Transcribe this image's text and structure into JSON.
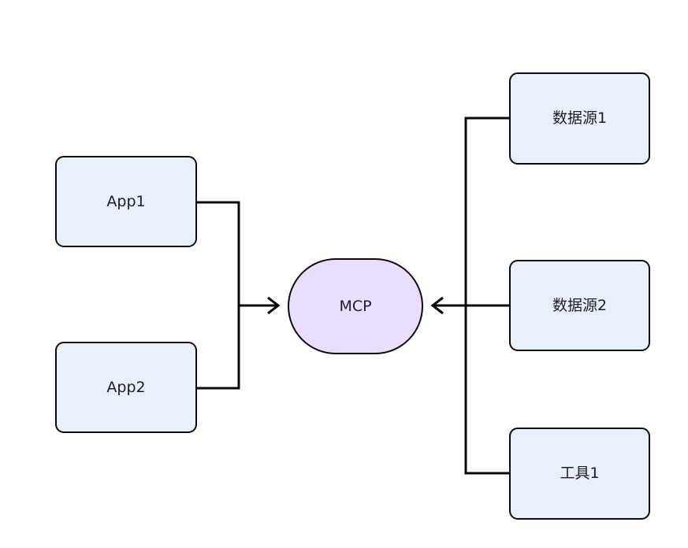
{
  "diagram": {
    "title": "MCP architecture flowchart",
    "background_color": "#ffffff",
    "edge_color": "#0b0b0b",
    "node_border_color": "#0b0b0b",
    "node_text_color": "#1c1c2b",
    "nodes": [
      {
        "id": "app1",
        "label": "App1",
        "shape": "rounded-rectangle",
        "fill": "#eaf0fb",
        "side": "left"
      },
      {
        "id": "app2",
        "label": "App2",
        "shape": "rounded-rectangle",
        "fill": "#eaf0fb",
        "side": "left"
      },
      {
        "id": "mcp",
        "label": "MCP",
        "shape": "stadium",
        "fill": "#eadeff",
        "side": "center"
      },
      {
        "id": "source1",
        "label": "数据源1",
        "shape": "rounded-rectangle",
        "fill": "#eaf0fb",
        "side": "right"
      },
      {
        "id": "source2",
        "label": "数据源2",
        "shape": "rounded-rectangle",
        "fill": "#eaf0fb",
        "side": "right"
      },
      {
        "id": "tool1",
        "label": "工具1",
        "shape": "rounded-rectangle",
        "fill": "#eaf0fb",
        "side": "right"
      }
    ],
    "edges": [
      {
        "id": "app1-mcp",
        "from": "app1",
        "to": "mcp",
        "arrowhead": "open-v",
        "direction": "right"
      },
      {
        "id": "app2-mcp",
        "from": "app2",
        "to": "mcp",
        "arrowhead": "open-v",
        "direction": "right"
      },
      {
        "id": "source1-mcp",
        "from": "source1",
        "to": "mcp",
        "arrowhead": "open-v",
        "direction": "left"
      },
      {
        "id": "source2-mcp",
        "from": "source2",
        "to": "mcp",
        "arrowhead": "open-v",
        "direction": "left"
      },
      {
        "id": "tool1-mcp",
        "from": "tool1",
        "to": "mcp",
        "arrowhead": "open-v",
        "direction": "left"
      }
    ]
  }
}
